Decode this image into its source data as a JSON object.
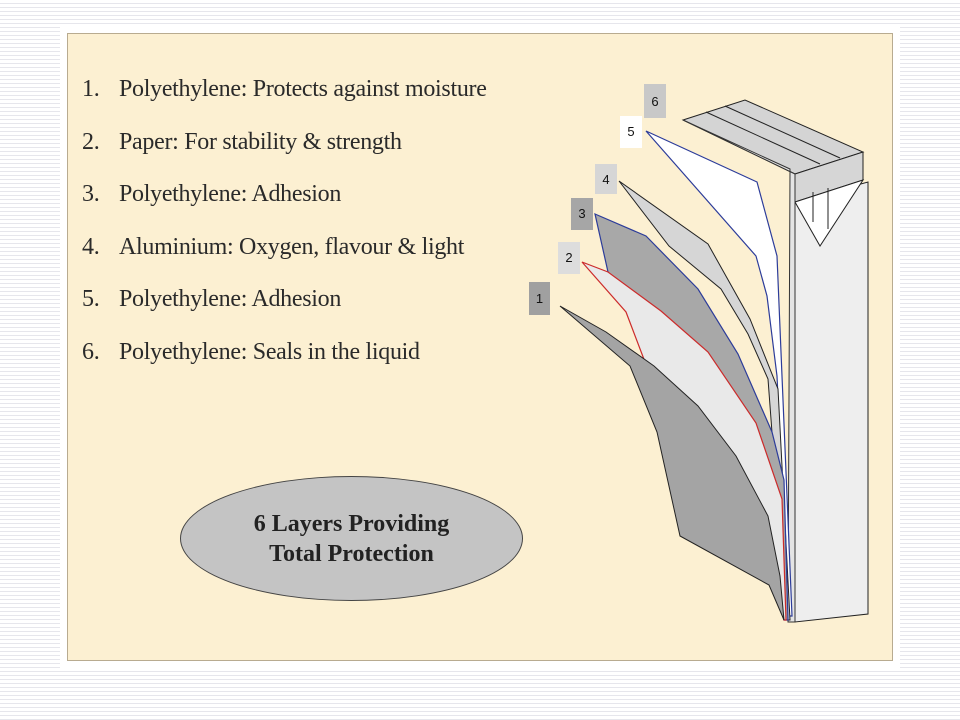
{
  "layers": [
    {
      "num": "1.",
      "text": "Polyethylene: Protects against moisture"
    },
    {
      "num": "2.",
      "text": "Paper: For stability & strength"
    },
    {
      "num": "3.",
      "text": "Polyethylene: Adhesion"
    },
    {
      "num": "4.",
      "text": "Aluminium: Oxygen, flavour & light"
    },
    {
      "num": "5.",
      "text": "Polyethylene: Adhesion"
    },
    {
      "num": "6.",
      "text": "Polyethylene: Seals in the liquid"
    }
  ],
  "summary": "6 Layers Providing Total Protection",
  "diagram_labels": [
    "1",
    "2",
    "3",
    "4",
    "5",
    "6"
  ],
  "colors": {
    "panel_background": "#fcf0d2",
    "summary_fill": "#c4c4c4",
    "paper_layer_edge": "#cc2b2b",
    "film_layer_edge": "#2c3c9a"
  }
}
